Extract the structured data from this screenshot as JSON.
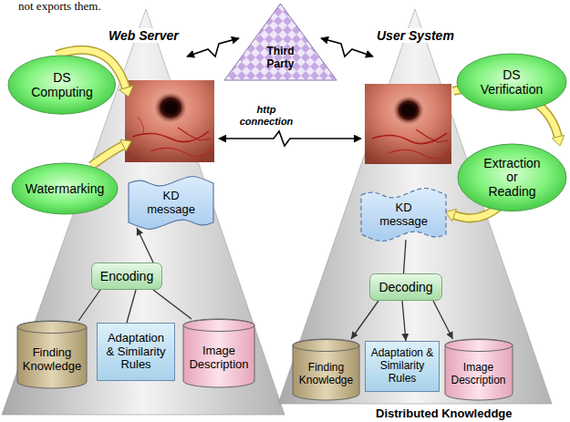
{
  "diagram": {
    "nodes": [
      {
        "text": [
          "Third Party"
        ]
      },
      {
        "text": [
          "DS Computing"
        ]
      },
      {
        "text": [
          "Watermarking"
        ]
      },
      {
        "text": [
          "KD message"
        ]
      },
      {
        "text": [
          "Encoding"
        ]
      },
      {
        "text": [
          "Finding Knowledge"
        ]
      },
      {
        "text": [
          "Adaptation & Similarity Rules"
        ]
      },
      {
        "text": [
          "Image Description"
        ]
      },
      {
        "text": [
          "DS Verification"
        ]
      },
      {
        "text": [
          "Extraction or Reading"
        ]
      },
      {
        "text": [
          "KD message"
        ]
      },
      {
        "text": [
          "Decoding"
        ]
      },
      {
        "text": [
          "Finding Knowledge"
        ]
      },
      {
        "text": [
          "Adaptation & Similarity Rules"
        ]
      },
      {
        "text": [
          "Image Description"
        ]
      }
    ],
    "edges": [
      {
        "from": 5,
        "to": 4,
        "arrow": "none"
      },
      {
        "from": 6,
        "to": 4,
        "arrow": "none"
      },
      {
        "from": 7,
        "to": 4,
        "arrow": "none"
      },
      {
        "from": 4,
        "to": 3,
        "arrow": "to"
      },
      {
        "from": 10,
        "to": 11,
        "arrow": "none"
      },
      {
        "from": 11,
        "to": 12,
        "arrow": "to"
      },
      {
        "from": 11,
        "to": 13,
        "arrow": "to"
      },
      {
        "from": 11,
        "to": 14,
        "arrow": "to"
      }
    ],
    "labels": [
      "not exports them.",
      "Web Server",
      "User System",
      "http connection",
      "Distributed Knowleddge"
    ]
  }
}
